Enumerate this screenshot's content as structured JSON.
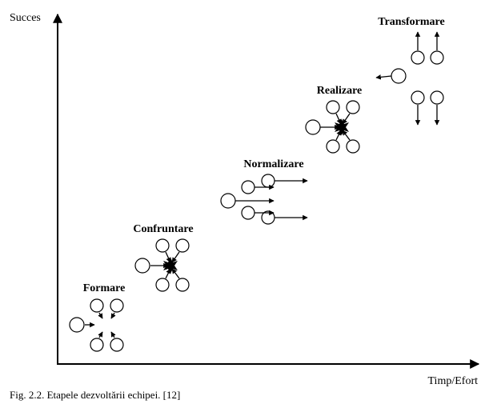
{
  "diagram": {
    "y_axis_label": "Succes",
    "x_axis_label": "Timp/Efort",
    "stages": [
      "Formare",
      "Confruntare",
      "Normalizare",
      "Realizare",
      "Transformare"
    ]
  },
  "caption": "Fig. 2.2. Etapele dezvoltării echipei. [12]"
}
